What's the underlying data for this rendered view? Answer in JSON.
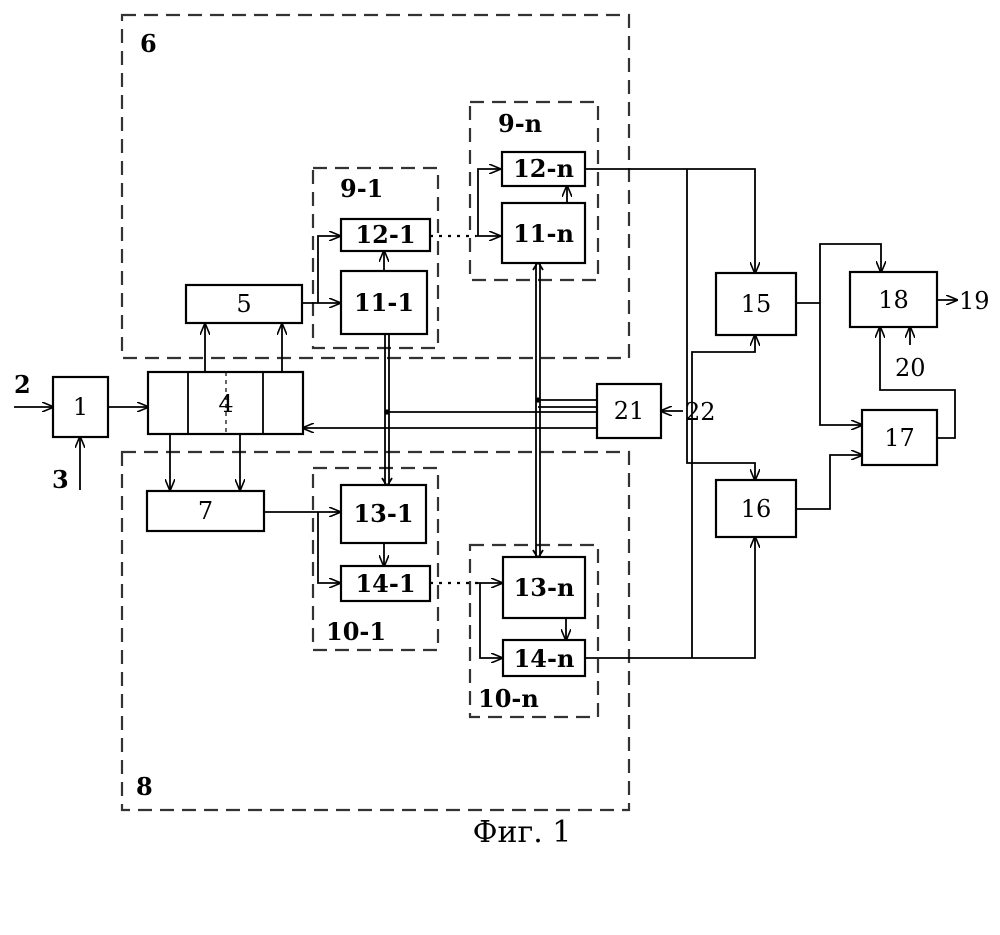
{
  "blocks": {
    "b1": "1",
    "b4": "4",
    "b5": "5",
    "b7": "7",
    "b11_1": "11-1",
    "b12_1": "12-1",
    "b11_n": "11-n",
    "b12_n": "12-n",
    "b13_1": "13-1",
    "b14_1": "14-1",
    "b13_n": "13-n",
    "b14_n": "14-n",
    "b15": "15",
    "b16": "16",
    "b17": "17",
    "b18": "18",
    "b21": "21"
  },
  "groups": {
    "g6": "6",
    "g8": "8",
    "g9_1": "9-1",
    "g9_n": "9-n",
    "g10_1": "10-1",
    "g10_n": "10-n"
  },
  "terminals": {
    "t2": "2",
    "t3": "3",
    "t19": "19",
    "t20": "20",
    "t22": "22"
  },
  "caption": "Фиг. 1",
  "colors": {
    "stroke": "#000000",
    "dashed": "#333333",
    "background": "#ffffff"
  }
}
